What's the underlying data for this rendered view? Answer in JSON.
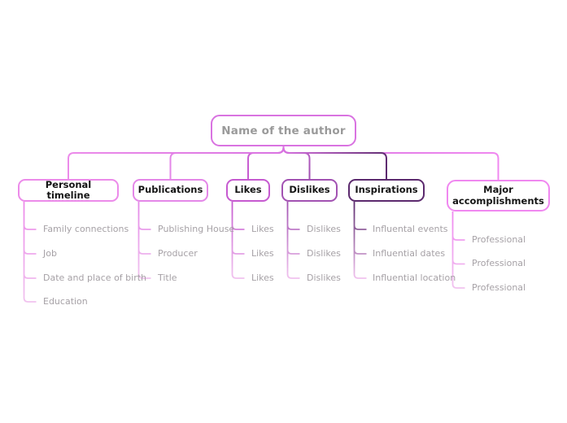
{
  "canvas": {
    "background": "#ffffff"
  },
  "root": {
    "label": "Name of the author",
    "border_color": "#d973e1",
    "text_color": "#9a9a9a"
  },
  "branches": [
    {
      "label": "Personal timeline",
      "color": "#ec8bea",
      "children": [
        "Family connections",
        "Job",
        "Date and place of birth",
        "Education"
      ]
    },
    {
      "label": "Publications",
      "color": "#e487e8",
      "children": [
        "Publishing House",
        "Producer",
        "Title"
      ]
    },
    {
      "label": "Likes",
      "color": "#c65ad0",
      "children": [
        "Likes",
        "Likes",
        "Likes"
      ]
    },
    {
      "label": "Dislikes",
      "color": "#a252b2",
      "children": [
        "Dislikes",
        "Dislikes",
        "Dislikes"
      ]
    },
    {
      "label": "Inspirations",
      "color": "#5c2a6e",
      "children": [
        "Influental events",
        "Influential dates",
        "Influential location"
      ]
    },
    {
      "label": "Major accomplishments",
      "color": "#f088f0",
      "children": [
        "Professional",
        "Professional",
        "Professional"
      ]
    }
  ],
  "styles": {
    "branch_label_color": "#141414",
    "leaf_label_color": "#a6a1a6",
    "branch_fade_color": "#f1c3ef"
  }
}
